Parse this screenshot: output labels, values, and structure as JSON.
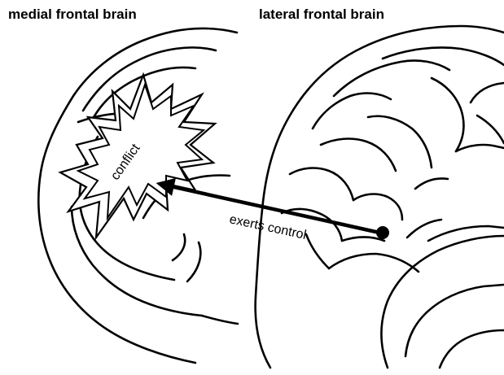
{
  "panels": {
    "medial": {
      "title": "medial frontal brain"
    },
    "lateral": {
      "title": "lateral frontal brain"
    }
  },
  "labels": {
    "conflict": "conflict",
    "control": "exerts control"
  },
  "colors": {
    "ink": "#000000",
    "background": "#ffffff"
  }
}
